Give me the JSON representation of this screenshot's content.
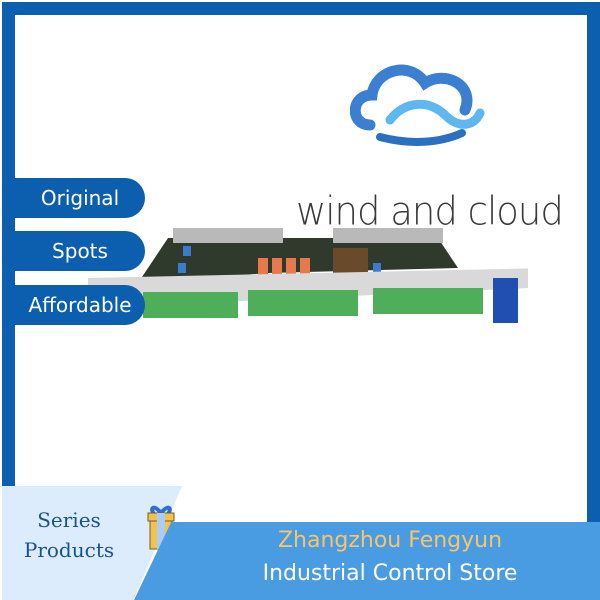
{
  "badges": [
    {
      "label": "Original"
    },
    {
      "label": "Spots"
    },
    {
      "label": "Affordable"
    }
  ],
  "brand": {
    "name": "wind and cloud"
  },
  "series": {
    "line1": "Series",
    "line2": "Products"
  },
  "store": {
    "line1": "Zhangzhou Fengyun",
    "line2": "Industrial Control Store"
  },
  "colors": {
    "frame": "#0b5fae",
    "band": "#4a9ce2",
    "series_bg": "#dcecfc",
    "accent_text": "#f6c56a"
  }
}
